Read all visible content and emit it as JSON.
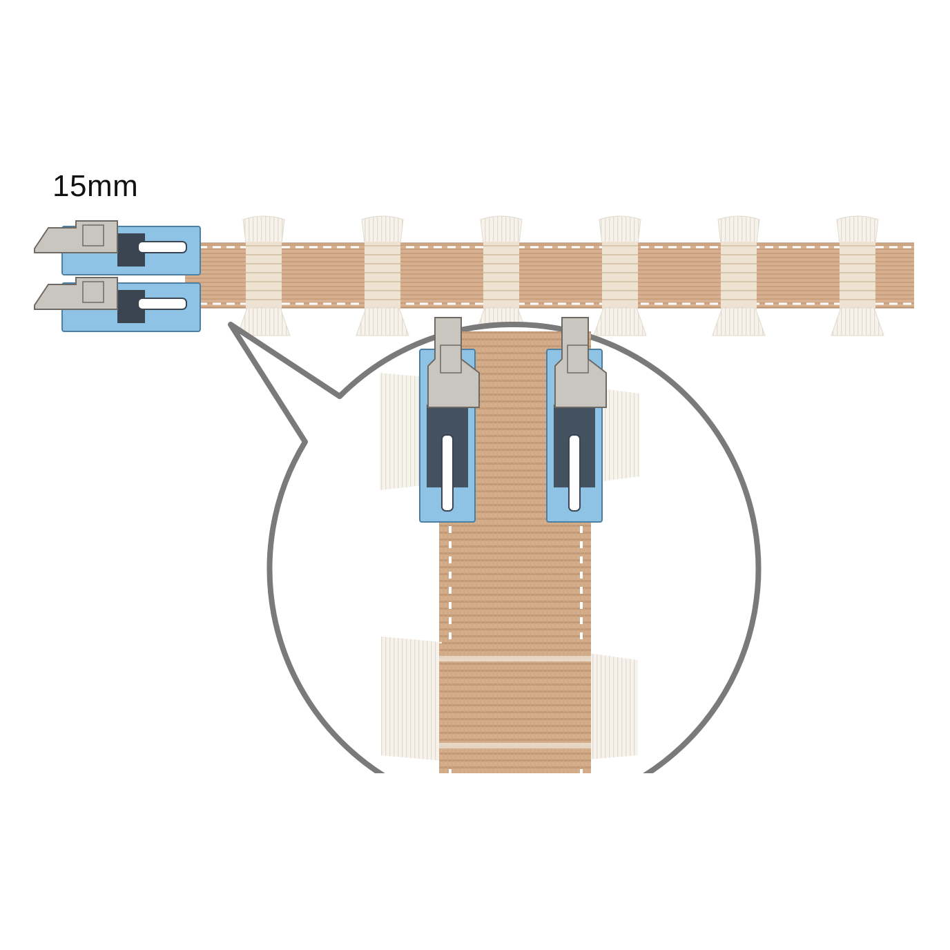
{
  "label": {
    "size": "15mm"
  },
  "colors": {
    "ribbon": "#d6b08f",
    "ribbon_stripe": "#c49c7b",
    "stitch": "#ffffff",
    "tassel": "#f6f2ea",
    "foot_blue": "#8ec3e6",
    "foot_dark": "#3b4552",
    "foot_metal": "#c9c6bf",
    "callout_outline": "#7a7a7a"
  },
  "illustration": {
    "ribbon_tassel_count": 6,
    "presser_feet_overview": 2,
    "presser_feet_zoom": 2,
    "callout_shape": "speech-bubble-circle"
  }
}
